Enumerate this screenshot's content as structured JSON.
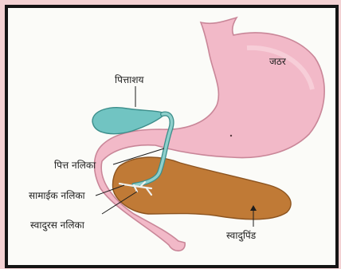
{
  "diagram": {
    "labels": {
      "stomach": "जठर",
      "gallbladder": "पित्ताशय",
      "bile_duct": "पित्त नलिका",
      "common_duct": "सामाईक नलिका",
      "pancreatic_duct": "स्वादुरस नलिका",
      "pancreas": "स्वादुपिंड"
    },
    "colors": {
      "background": "#f3d1d3",
      "panel": "#fbfbf8",
      "border": "#141414",
      "stomach": "#f2b9c8",
      "gallbladder": "#71c4c2",
      "pancreas": "#c07a36",
      "duct": "#8fd0cc"
    }
  }
}
